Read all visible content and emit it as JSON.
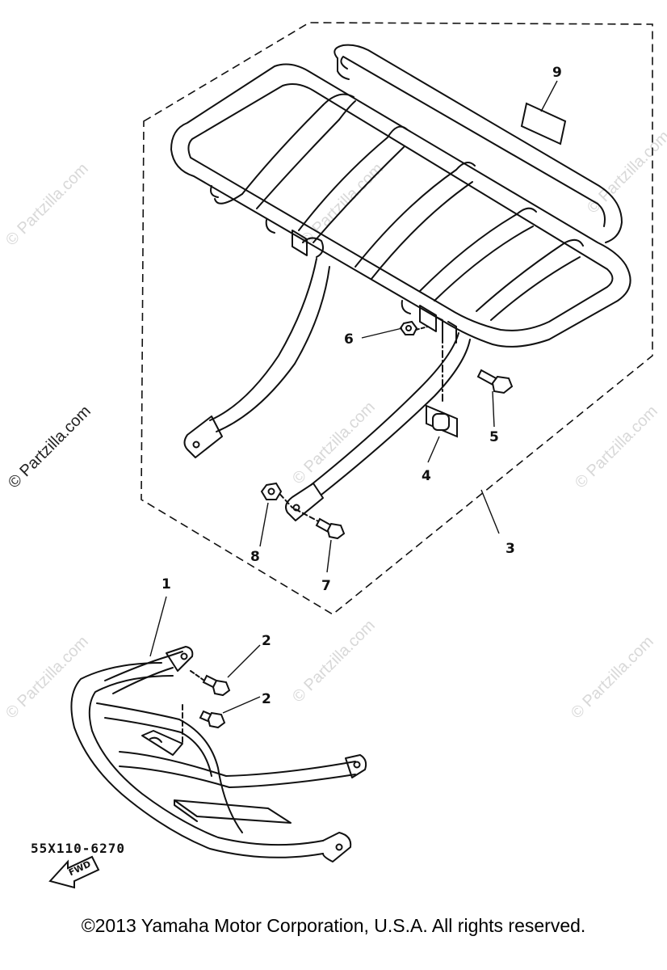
{
  "callouts": {
    "c1": "1",
    "c2a": "2",
    "c2b": "2",
    "c3": "3",
    "c4": "4",
    "c5": "5",
    "c6": "6",
    "c7": "7",
    "c8": "8",
    "c9": "9"
  },
  "fwd_label": "FWD",
  "diagram_code": "55X110-6270",
  "copyright": "©2013  Yamaha Motor Corporation, U.S.A. All rights reserved.",
  "watermark": "© Partzilla.com",
  "colors": {
    "line": "#111111",
    "watermark": "#d8d8d8"
  }
}
